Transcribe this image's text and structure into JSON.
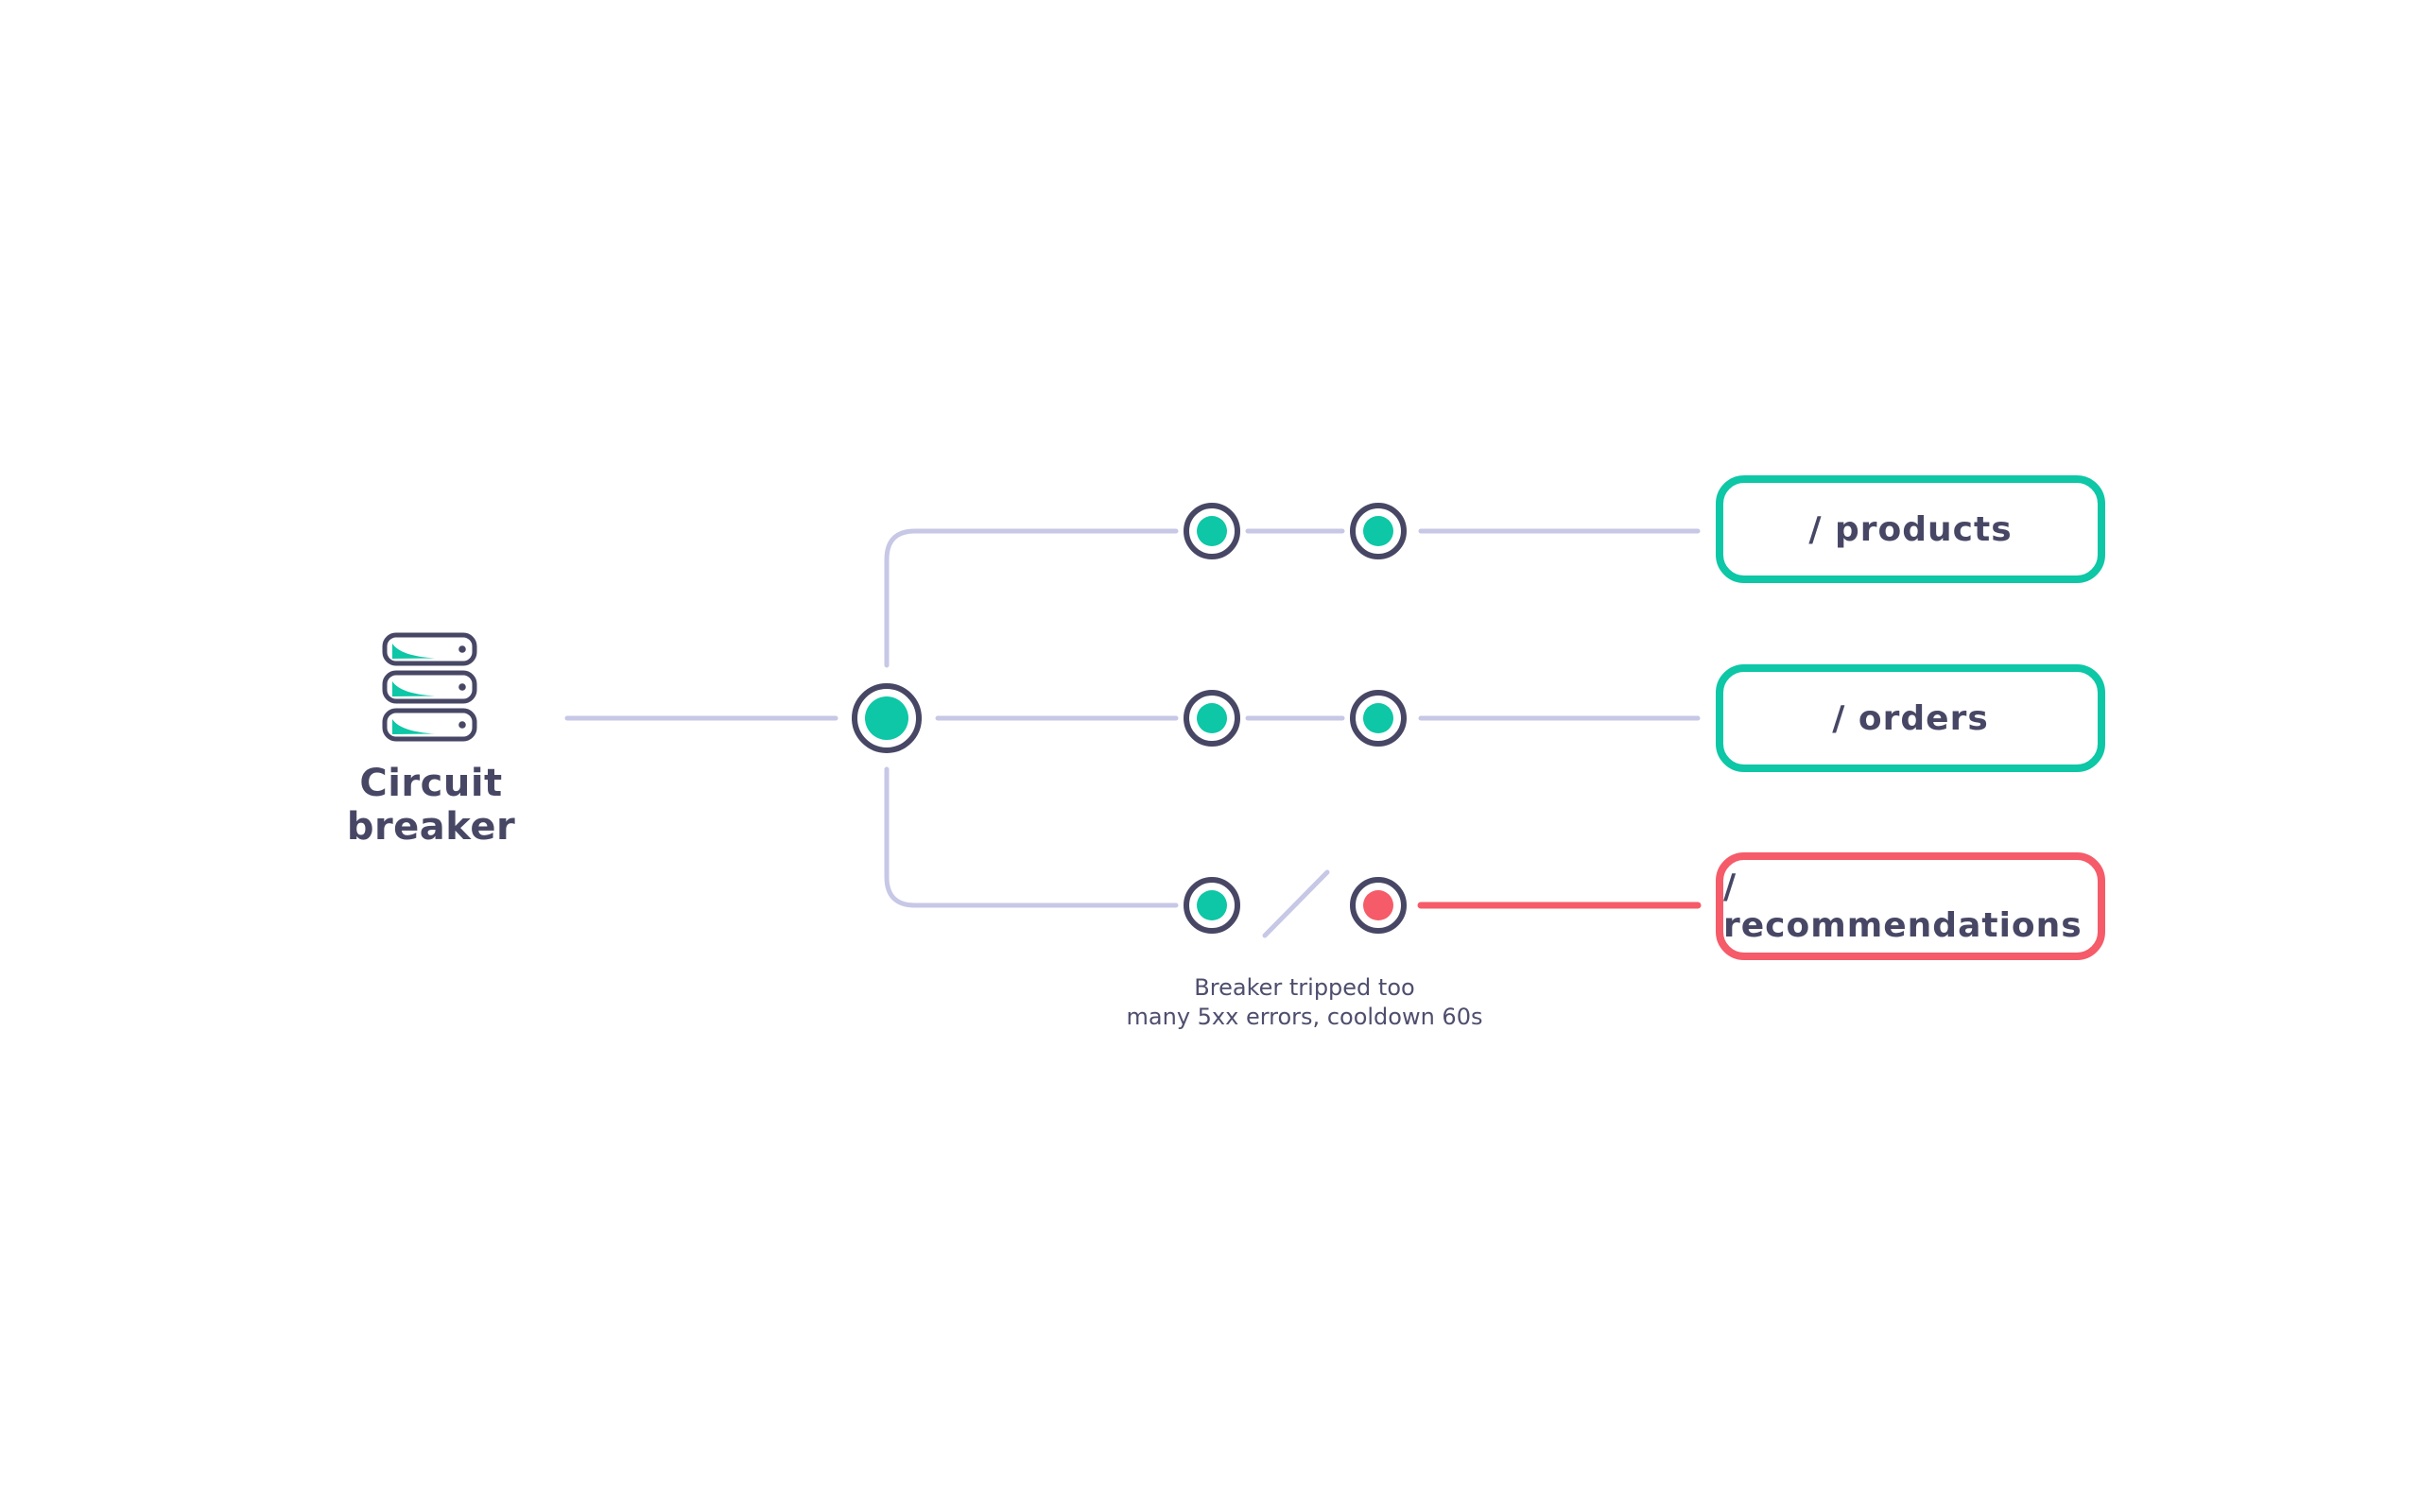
{
  "diagram": {
    "source": {
      "label": "Circuit breaker"
    },
    "endpoints": [
      {
        "label": "/ products",
        "status": "closed"
      },
      {
        "label": "/ orders",
        "status": "closed"
      },
      {
        "label": "/ recommendations",
        "status": "open"
      }
    ],
    "caption": {
      "line1": "Breaker tripped too",
      "line2": "many 5xx errors, cooldown 60s"
    },
    "icons": [
      "server-stack-icon",
      "breaker-node-icon",
      "healthy-dot-icon",
      "failed-dot-icon",
      "breaker-open-slash-icon"
    ]
  },
  "colors": {
    "teal": "#0dc7a6",
    "coral": "#f55b69",
    "slate": "#474765",
    "text": "#4e4e6e",
    "line": "#c7c7e6",
    "bg": "#ffffff"
  }
}
